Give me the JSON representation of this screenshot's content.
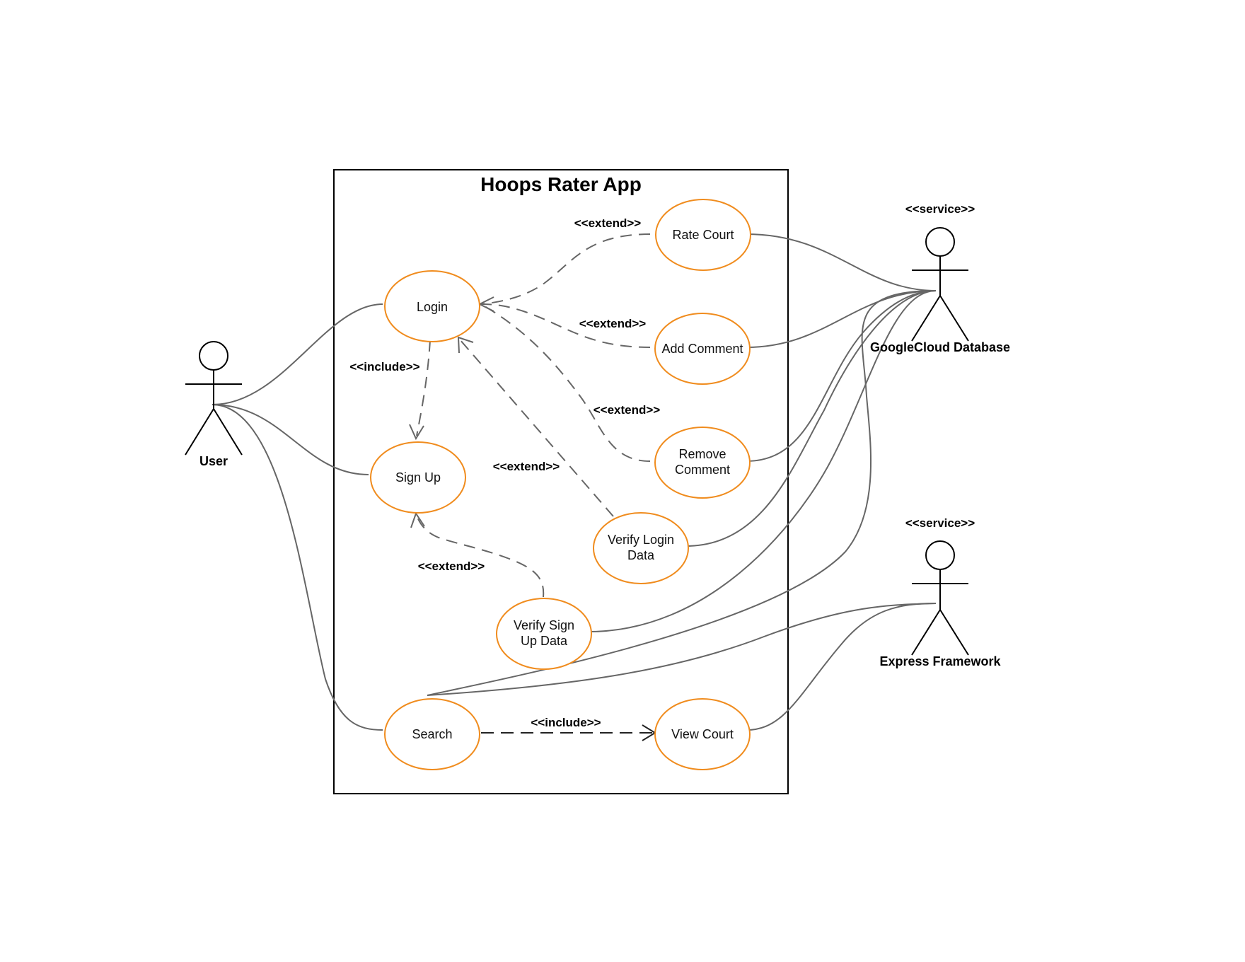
{
  "system": {
    "title": "Hoops Rater App"
  },
  "actors": {
    "user": {
      "label": "User"
    },
    "database": {
      "label": "GoogleCloud Database",
      "stereotype": "<<service>>"
    },
    "express": {
      "label": "Express Framework",
      "stereotype": "<<service>>"
    }
  },
  "use_cases": {
    "login": {
      "lines": [
        "Login"
      ]
    },
    "sign_up": {
      "lines": [
        "Sign Up"
      ]
    },
    "search": {
      "lines": [
        "Search"
      ]
    },
    "rate_court": {
      "lines": [
        "Rate Court"
      ]
    },
    "add_comment": {
      "lines": [
        "Add Comment"
      ]
    },
    "remove_comment": {
      "lines": [
        "Remove",
        "Comment"
      ]
    },
    "verify_login": {
      "lines": [
        "Verify Login",
        "Data"
      ]
    },
    "verify_signup": {
      "lines": [
        "Verify Sign",
        "Up Data"
      ]
    },
    "view_court": {
      "lines": [
        "View Court"
      ]
    }
  },
  "relationships": {
    "login_includes_signup": "<<include>>",
    "rate_court_extends_login": "<<extend>>",
    "add_comment_extends_login": "<<extend>>",
    "remove_comment_extends_login": "<<extend>>",
    "verify_login_extends_login": "<<extend>>",
    "verify_signup_extends_signup": "<<extend>>",
    "search_includes_view_court": "<<include>>"
  },
  "colors": {
    "use_case_border": "#f08c1e",
    "connector": "#666666",
    "actor": "#000000"
  }
}
